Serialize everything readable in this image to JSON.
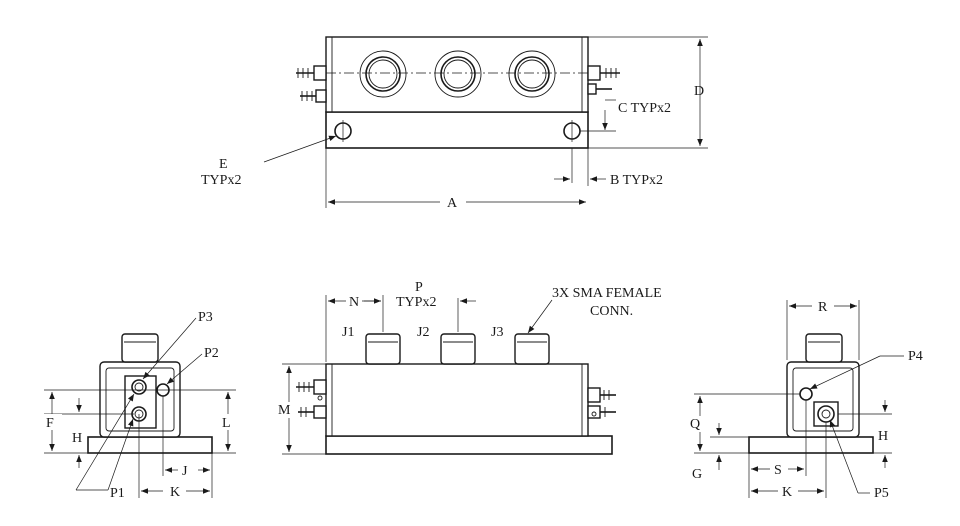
{
  "labels": {
    "A": "A",
    "B": "B TYPx2",
    "C": "C TYPx2",
    "D": "D",
    "E_1": "E",
    "E_2": "TYPx2",
    "F": "F",
    "G": "G",
    "H_left": "H",
    "H_right": "H",
    "J": "J",
    "K_left": "K",
    "K_right": "K",
    "L": "L",
    "M": "M",
    "N": "N",
    "P_1": "P",
    "P_2": "TYPx2",
    "Q": "Q",
    "R": "R",
    "S": "S",
    "P1": "P1",
    "P2": "P2",
    "P3": "P3",
    "P4": "P4",
    "P5": "P5",
    "J1": "J1",
    "J2": "J2",
    "J3": "J3",
    "sma_1": "3X SMA FEMALE",
    "sma_2": "CONN."
  }
}
